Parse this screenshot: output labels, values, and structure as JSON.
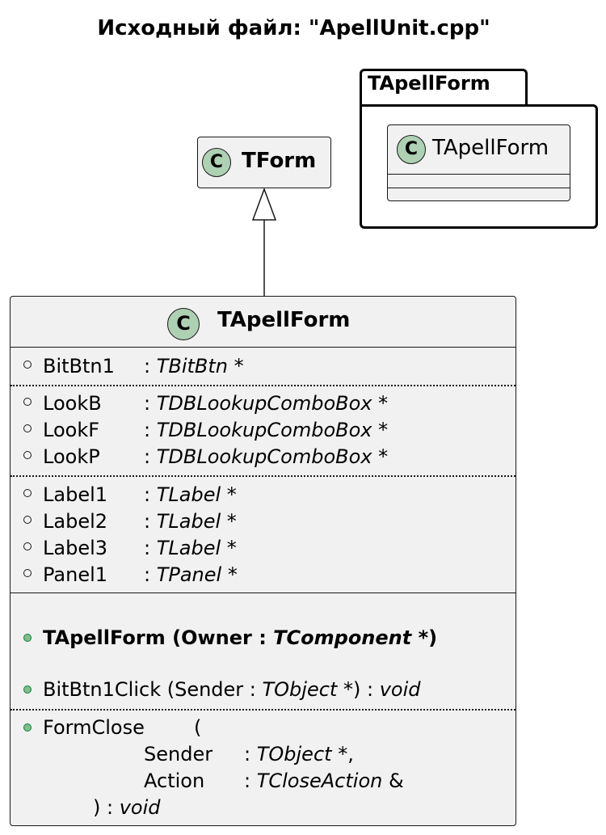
{
  "title": "Исходный файл: \"ApellUnit.cpp\"",
  "package": {
    "label": "TApellForm",
    "class_name": "TApellForm"
  },
  "tform": {
    "stereotype": "C",
    "name": "TForm"
  },
  "main_class": {
    "stereotype": "C",
    "name": "TApellForm",
    "fields_1": [
      {
        "name": "BitBtn1",
        "type": "TBitBtn",
        "suffix": "*"
      }
    ],
    "fields_2": [
      {
        "name": "LookB",
        "type": "TDBLookupComboBox",
        "suffix": "*"
      },
      {
        "name": "LookF",
        "type": "TDBLookupComboBox",
        "suffix": "*"
      },
      {
        "name": "LookP",
        "type": "TDBLookupComboBox",
        "suffix": "*"
      }
    ],
    "fields_3": [
      {
        "name": "Label1",
        "type": "TLabel",
        "suffix": "*"
      },
      {
        "name": "Label2",
        "type": "TLabel",
        "suffix": "*"
      },
      {
        "name": "Label3",
        "type": "TLabel",
        "suffix": "*"
      },
      {
        "name": "Panel1",
        "type": "TPanel",
        "suffix": "*"
      }
    ],
    "constructor": {
      "prefix": "TApellForm (Owner : ",
      "type": "TComponent",
      "suffix": " *)"
    },
    "method_1": {
      "prefix": "BitBtn1Click (Sender  : ",
      "type": "TObject",
      "mid": "*) : ",
      "ret": "void"
    },
    "method_2": {
      "name": "FormClose",
      "open": "(",
      "p1_name": "Sender",
      "p1_type": "TObject",
      "p1_suffix": "*,",
      "p2_name": "Action",
      "p2_type": "TCloseAction",
      "p2_suffix": "&",
      "close": ") : ",
      "ret": "void"
    }
  }
}
